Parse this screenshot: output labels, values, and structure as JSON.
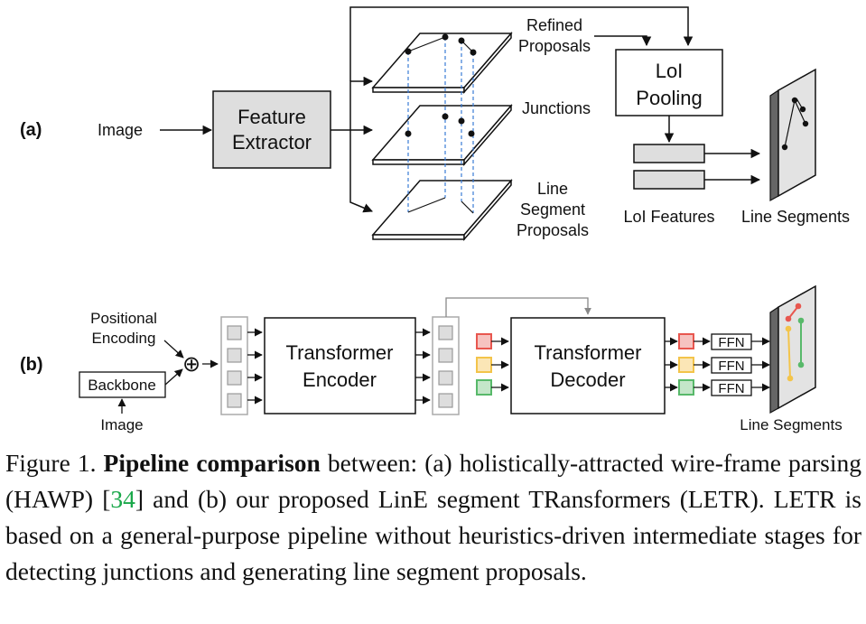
{
  "panel_a": {
    "label": "(a)",
    "image_label": "Image",
    "feature_extractor": [
      "Feature",
      "Extractor"
    ],
    "refined_proposals": [
      "Refined",
      "Proposals"
    ],
    "junctions": "Junctions",
    "line_segment_proposals": [
      "Line",
      "Segment",
      "Proposals"
    ],
    "loi_pooling": [
      "LoI",
      "Pooling"
    ],
    "loi_features": "LoI Features",
    "line_segments": "Line Segments"
  },
  "panel_b": {
    "label": "(b)",
    "positional_encoding": [
      "Positional",
      "Encoding"
    ],
    "backbone": "Backbone",
    "image_label": "Image",
    "plus_symbol": "⊕",
    "transformer_encoder": [
      "Transformer",
      "Encoder"
    ],
    "transformer_decoder": [
      "Transformer",
      "Decoder"
    ],
    "ffn": [
      "FFN",
      "FFN",
      "FFN"
    ],
    "line_segments": "Line Segments",
    "query_colors": {
      "red": "#e8574f",
      "yellow": "#f3c44a",
      "green": "#58b96a",
      "red_fill": "#f6c3c0",
      "yellow_fill": "#fbe6b6",
      "green_fill": "#c4e6c9"
    }
  },
  "caption": {
    "figure_number": "Figure 1.",
    "bold_title": "Pipeline comparison",
    "text_1": " between: (a) holistically-attracted wire-frame parsing (HAWP) [",
    "ref": "34",
    "text_2": "] and (b) our proposed LinE segment TRansformers (LETR). LETR is based on a general-purpose pipeline without heuristics-driven intermediate stages for detecting junctions and generating line segment proposals."
  }
}
